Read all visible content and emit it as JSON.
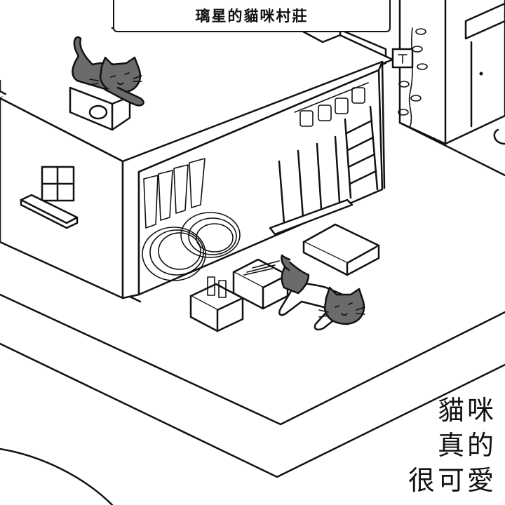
{
  "title": "璃星的貓咪村莊",
  "caption": {
    "lines": [
      "貓咪",
      "真的",
      "很可愛"
    ]
  },
  "colors": {
    "line": "#111111",
    "background": "#ffffff",
    "cat_fur": "#6b6b6b",
    "cat_dark": "#3f3f3f"
  },
  "icons": {
    "cat_on_roof": "gray-cat-icon",
    "cat_on_floor": "siamese-cat-icon",
    "roof_box": "cardboard-box-icon"
  }
}
